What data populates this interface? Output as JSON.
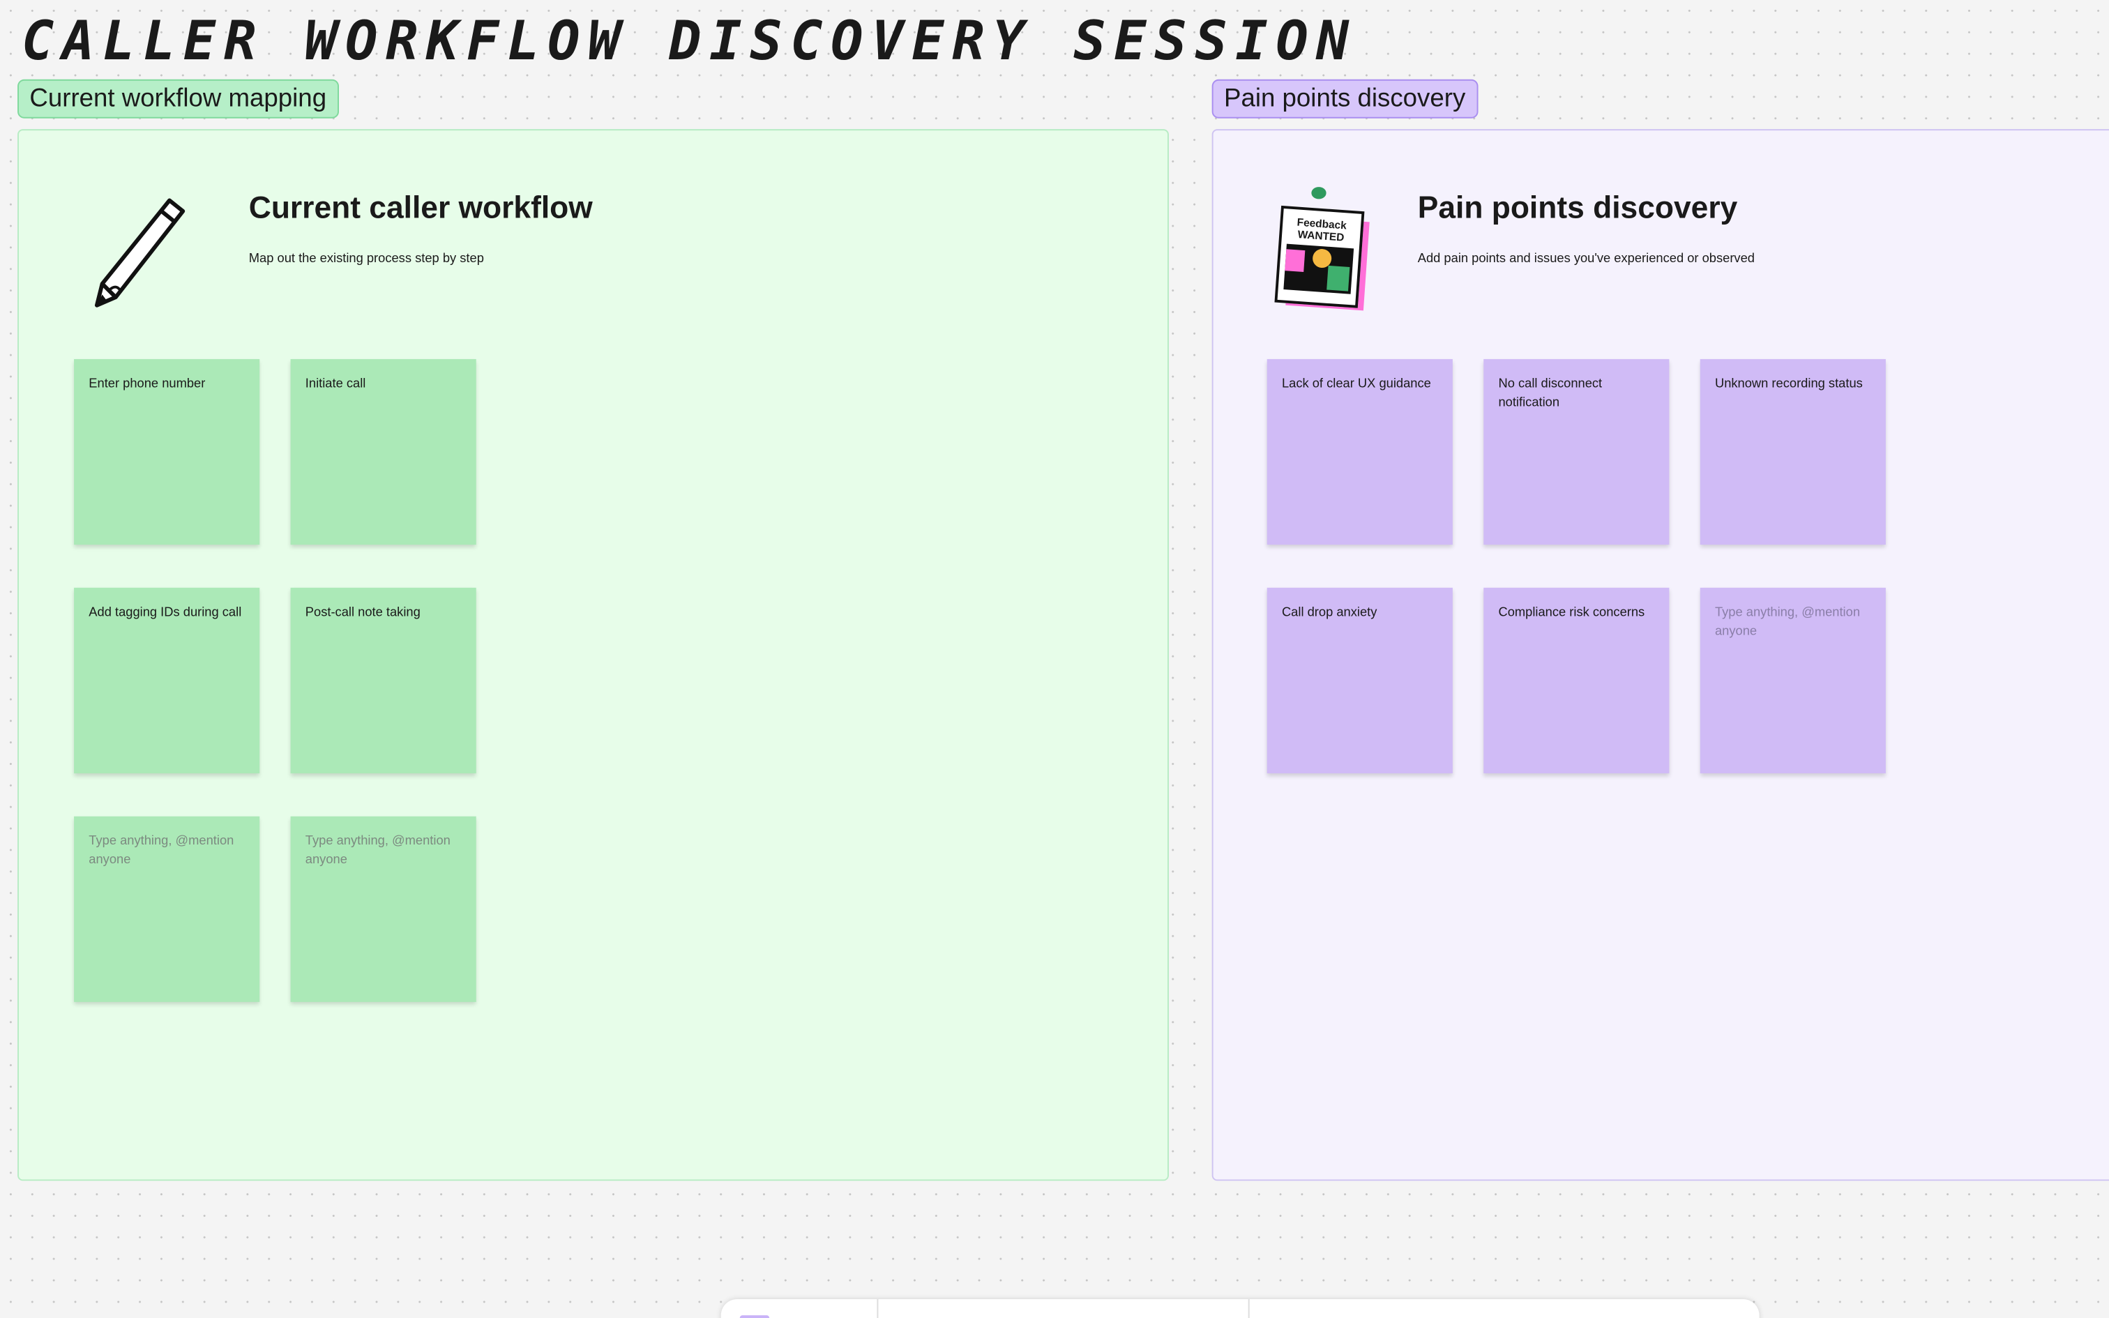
{
  "board_title": "CALLER WORKFLOW DISCOVERY SESSION",
  "sections": [
    {
      "label": "Current workflow mapping",
      "title": "Current caller workflow",
      "subtitle": "Map out the existing process step by step",
      "icon": "pencil-icon",
      "stickies": [
        "Enter phone number",
        "Initiate call",
        "Add tagging IDs during call",
        "Post-call note taking"
      ],
      "placeholders": [
        "Type anything, @mention anyone",
        "Type anything, @mention anyone"
      ]
    },
    {
      "label": "Pain points discovery",
      "title": "Pain points discovery",
      "subtitle": "Add pain points and issues you've experienced or observed",
      "icon": "feedback-wanted-sticker",
      "sticker_text": "Feedback WANTED",
      "stickies": [
        "Lack of clear UX guidance",
        "No call disconnect notification",
        "Unknown recording status",
        "Call drop anxiety",
        "Compliance risk concerns"
      ],
      "placeholders": [
        "Type anything, @mention anyone"
      ]
    }
  ],
  "colors": {
    "green_sticky": "#abe9b7",
    "purple_sticky": "#d0bbf6"
  }
}
